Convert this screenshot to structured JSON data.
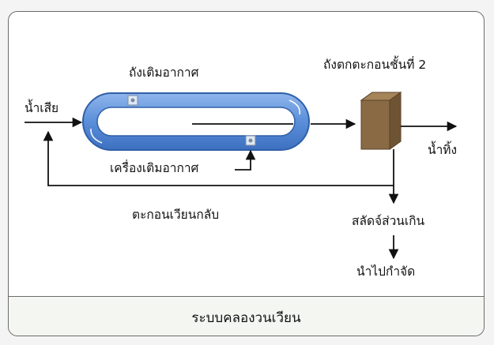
{
  "labels": {
    "aeration_tank": "ถังเติมอากาศ",
    "secondary_clarifier": "ถังตกตะกอนชั้นที่ 2",
    "wastewater_in": "น้ำเสีย",
    "effluent_out": "น้ำทิ้ง",
    "aerator": "เครื่องเติมอากาศ",
    "return_sludge": "ตะกอนเวียนกลับ",
    "excess_sludge": "สลัดจ์ส่วนเกิน",
    "disposal": "นำไปกำจัด"
  },
  "caption": "ระบบคลองวนเวียน",
  "colors": {
    "ditch_fill": "#5b8fd9",
    "ditch_outline": "#2f5fa8",
    "ditch_inner": "#ffffff",
    "clarifier_fill": "#8a6a44",
    "clarifier_top": "#a5845a",
    "arrow": "#111111"
  }
}
